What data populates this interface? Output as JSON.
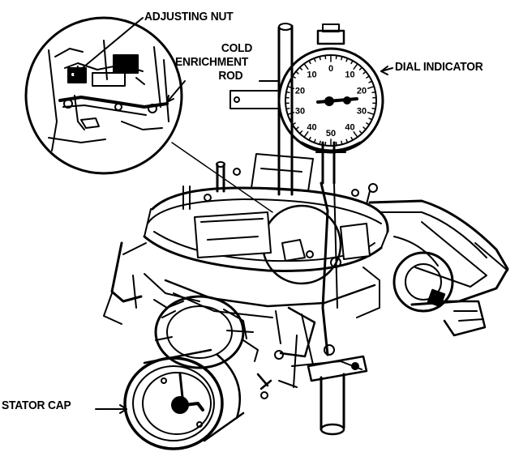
{
  "labels": {
    "adjusting_nut": "ADJUSTING NUT",
    "cold": "COLD",
    "enrichment": "ENRICHMENT",
    "rod": "ROD",
    "dial_indicator": "DIAL INDICATOR",
    "stator_cap": "STATOR CAP"
  },
  "dial": {
    "numerals": [
      "0",
      "10",
      "20",
      "30",
      "40",
      "50",
      "40",
      "30",
      "20",
      "10"
    ]
  },
  "colors": {
    "ink": "#000000",
    "paper": "#ffffff"
  }
}
